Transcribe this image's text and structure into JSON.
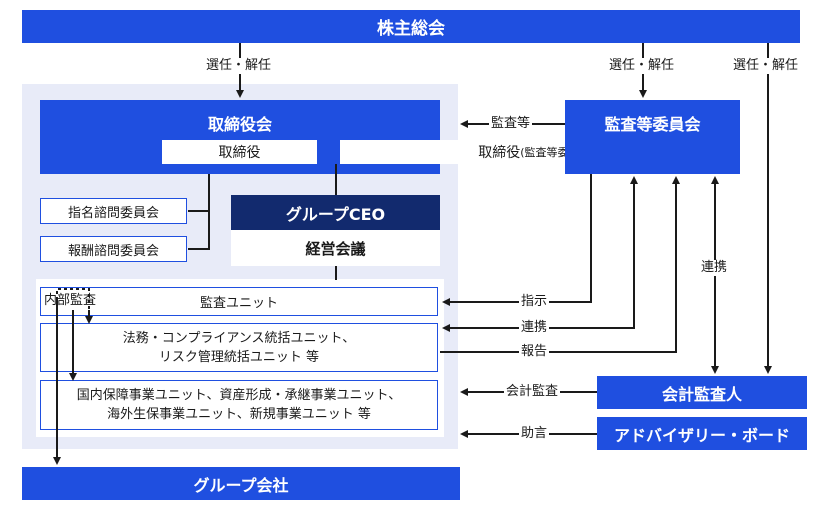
{
  "shareholders_meeting": "株主総会",
  "board": {
    "title": "取締役会",
    "directors": "取締役",
    "directors_audit": "取締役",
    "directors_audit_suffix": "(監査等委員)"
  },
  "audit_committee": "監査等委員会",
  "nomination_committee": "指名諮問委員会",
  "remuneration_committee": "報酬諮問委員会",
  "group_ceo": "グループCEO",
  "management_meeting": "経営会議",
  "internal_audit": "内部監査",
  "audit_unit": "監査ユニット",
  "legal_unit": {
    "line1": "法務・コンプライアンス統括ユニット、",
    "line2": "リスク管理統括ユニット 等"
  },
  "business_units": {
    "line1": "国内保障事業ユニット、資産形成・承継事業ユニット、",
    "line2": "海外生保事業ユニット、新規事業ユニット 等"
  },
  "accounting_auditor": "会計監査人",
  "advisory_board": "アドバイザリー・ボード",
  "group_companies": "グループ会社",
  "labels": {
    "elect_dismiss_1": "選任・解任",
    "elect_dismiss_2": "選任・解任",
    "elect_dismiss_3": "選任・解任",
    "audit_etc": "監査等",
    "coordination_right": "連携",
    "instruction": "指示",
    "coordination": "連携",
    "report": "報告",
    "accounting_audit": "会計監査",
    "advice": "助言"
  },
  "colors": {
    "primary_blue": "#1f4fe0",
    "navy": "#122a6e",
    "panel_bg": "#e8ebf8"
  }
}
